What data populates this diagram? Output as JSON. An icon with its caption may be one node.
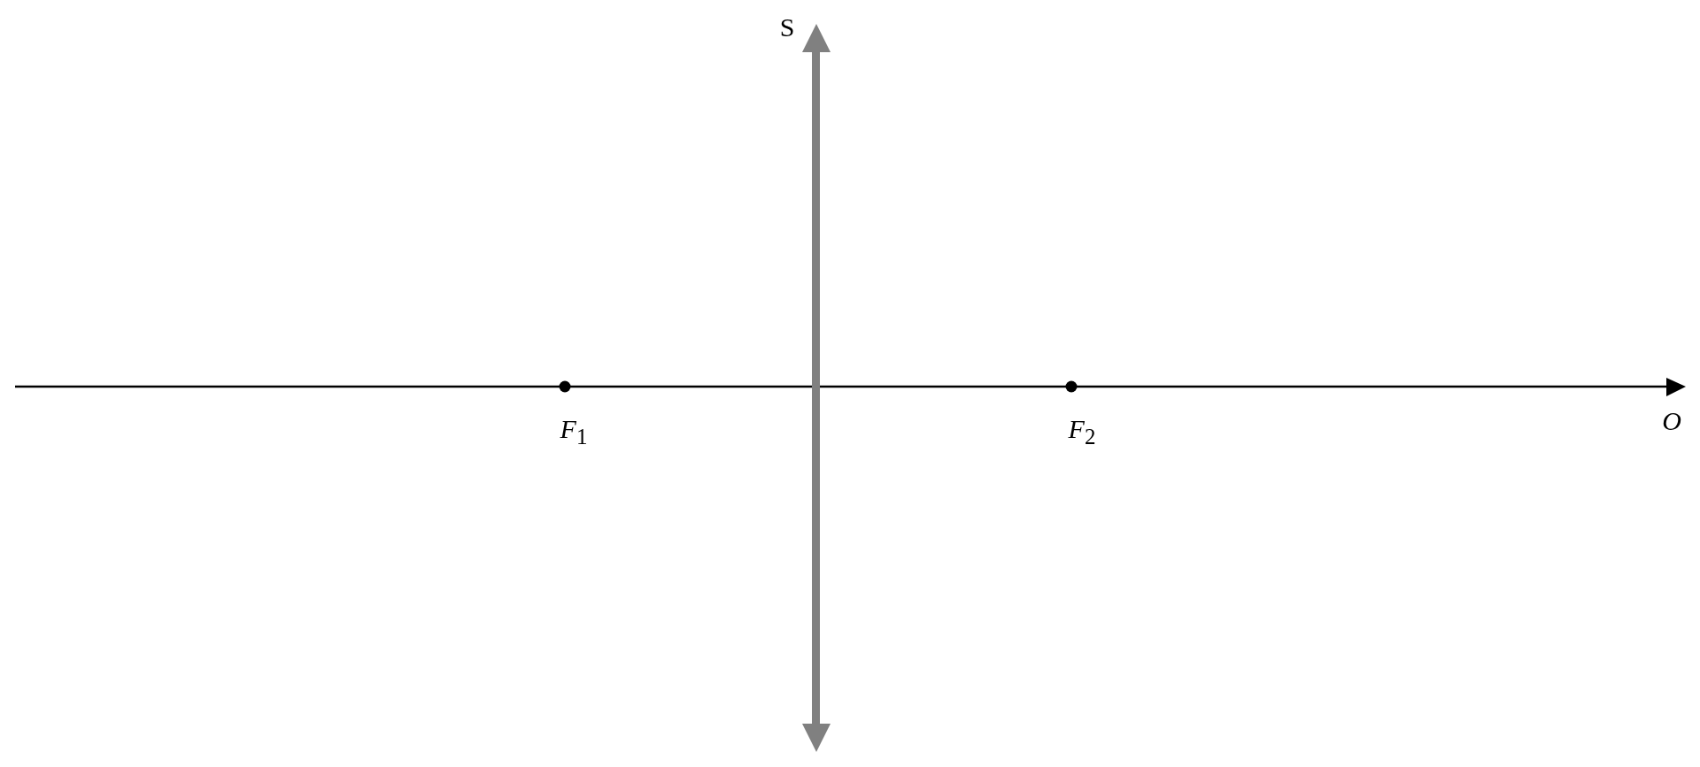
{
  "diagram": {
    "labels": [
      "S",
      "*F*$_{1}$",
      "*F*$_{2}$",
      "O"
    ]
  }
}
